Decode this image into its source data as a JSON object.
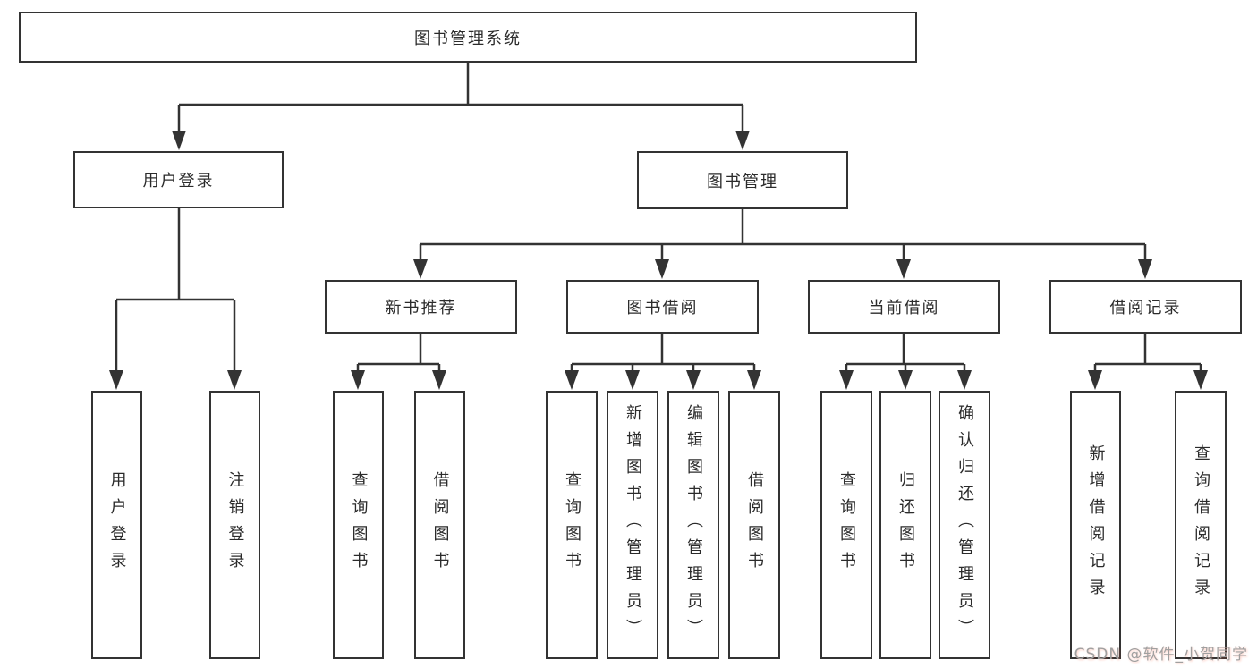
{
  "diagram": {
    "root": {
      "label": "图书管理系统"
    },
    "branches": [
      {
        "label": "用户登录",
        "children": [
          {
            "label": "用户登录"
          },
          {
            "label": "注销登录"
          }
        ]
      },
      {
        "label": "图书管理",
        "children": [
          {
            "label": "新书推荐",
            "children": [
              {
                "label": "查询图书"
              },
              {
                "label": "借阅图书"
              }
            ]
          },
          {
            "label": "图书借阅",
            "children": [
              {
                "label": "查询图书"
              },
              {
                "label": "新增图书（管理员）"
              },
              {
                "label": "编辑图书（管理员）"
              },
              {
                "label": "借阅图书"
              }
            ]
          },
          {
            "label": "当前借阅",
            "children": [
              {
                "label": "查询图书"
              },
              {
                "label": "归还图书"
              },
              {
                "label": "确认归还（管理员）"
              }
            ]
          },
          {
            "label": "借阅记录",
            "children": [
              {
                "label": "新增借阅记录"
              },
              {
                "label": "查询借阅记录"
              }
            ]
          }
        ]
      }
    ]
  },
  "watermark": {
    "text": "CSDN @软件_小贺同学"
  },
  "colors": {
    "line": "#333333",
    "text": "#2b2b2b",
    "background": "#ffffff",
    "watermark": "#a0a0a0",
    "watermark_tint": "#fc5531"
  }
}
